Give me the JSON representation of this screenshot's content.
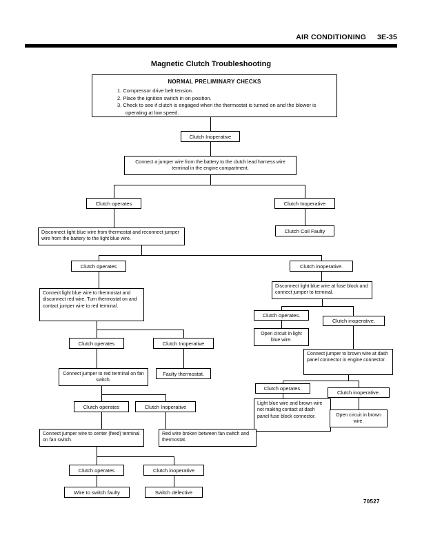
{
  "header": {
    "section_title": "AIR CONDITIONING",
    "page_number": "3E-35"
  },
  "chart_title": "Magnetic Clutch Troubleshooting",
  "footer": {
    "doc_number": "70527"
  },
  "colors": {
    "ink": "#000000",
    "paper": "#ffffff"
  },
  "preliminary": {
    "title": "NORMAL PRELIMINARY CHECKS",
    "items": [
      "1.  Compressor drive belt tension.",
      "2.  Place the ignition switch in on position.",
      "3.  Check to see if clutch is engaged when the thermostat is turned on and the blower is operating at low speed."
    ]
  },
  "nodes": {
    "clutch_inoperative_top": "Clutch Inoperative",
    "connect_jumper_battery": "Connect a jumper wire from the battery to the clutch lead harness wire terminal in the engine compartment.",
    "clutch_operates_1": "Clutch operates",
    "clutch_inoperative_1": "Clutch Inoperative",
    "clutch_coil_faulty": "Clutch Coil Faulty",
    "disconnect_thermostat": "Disconnect light blue wire from thermostat and reconnect jumper wire from the battery to the light blue wire.",
    "clutch_operates_2": "Clutch operates",
    "clutch_inoperative_2": "Clutch inoperative.",
    "connect_light_blue": "Connect light blue wire to thermostat and disconnect red wire. Turn thermostat on and contact jumper wire to red terminal.",
    "disconnect_fuse_block": "Disconnect light blue wire at fuse block and connect jumper to terminal.",
    "clutch_operates_3": "Clutch operates.",
    "clutch_inoperative_3": "Clutch inoperative.",
    "open_circuit_light_blue": "Open circuit in light blue wire.",
    "connect_jumper_brown": "Connect jumper to brown wire at dash panel connector in engine connector.",
    "clutch_operates_4": "Clutch operates.",
    "clutch_inoperative_4": "Clutch inoperative.",
    "light_blue_brown_no_contact": "Light blue wire and brown wire not making contact at dash panel fuse block connector.",
    "open_circuit_brown": "Open circuit in brown wire.",
    "clutch_operates_5": "Clutch operates",
    "clutch_inoperative_5": "Clutch Inoperative",
    "faulty_thermostat": "Faulty thermostat.",
    "connect_jumper_red_fan": "Connect jumper to red terminal on fan switch.",
    "clutch_operates_6": "Clutch operates",
    "clutch_inoperative_6": "Clutch Inoperative",
    "red_wire_broken": "Red wire broken between fan switch and thermostat.",
    "connect_jumper_center_feed": "Connect jumper wire to center (feed) terminal on fan switch.",
    "clutch_operates_7": "Clutch operates",
    "clutch_inoperative_7": "Clutch inoperative",
    "wire_to_switch_faulty": "Wire to switch faulty",
    "switch_defective": "Switch defective"
  }
}
